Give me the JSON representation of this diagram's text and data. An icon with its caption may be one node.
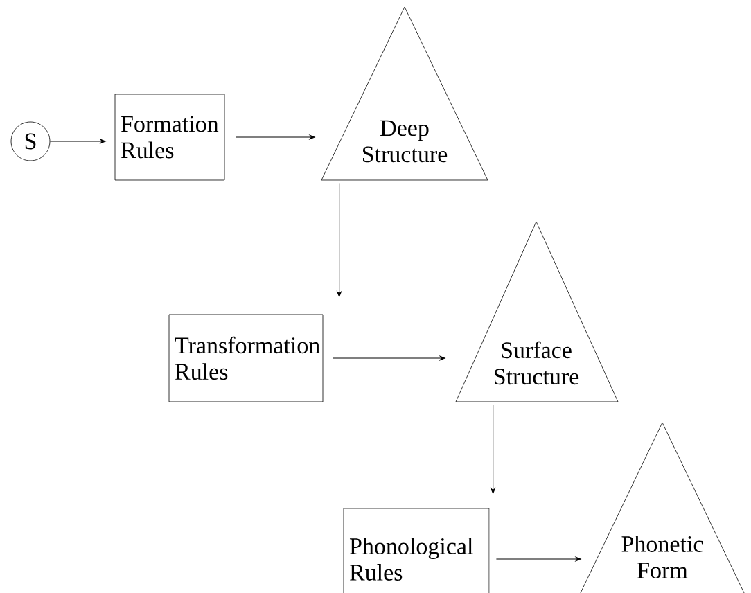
{
  "diagram": {
    "nodes": [
      {
        "text": [
          "S"
        ]
      },
      {
        "text": [
          "Formation Rules"
        ]
      },
      {
        "text": [
          "Deep Structure"
        ]
      },
      {
        "text": [
          "Transformation Rules"
        ]
      },
      {
        "text": [
          "Surface Structure"
        ]
      },
      {
        "text": [
          "Phonological Rules"
        ]
      },
      {
        "text": [
          "Phonetic Form"
        ]
      }
    ],
    "edges": [
      {
        "from": 0,
        "to": 1,
        "arrow": "to"
      },
      {
        "from": 1,
        "to": 2,
        "arrow": "to"
      },
      {
        "from": 2,
        "to": 3,
        "arrow": "to"
      },
      {
        "from": 3,
        "to": 4,
        "arrow": "to"
      },
      {
        "from": 4,
        "to": 5,
        "arrow": "to"
      },
      {
        "from": 5,
        "to": 6,
        "arrow": "to"
      }
    ]
  }
}
